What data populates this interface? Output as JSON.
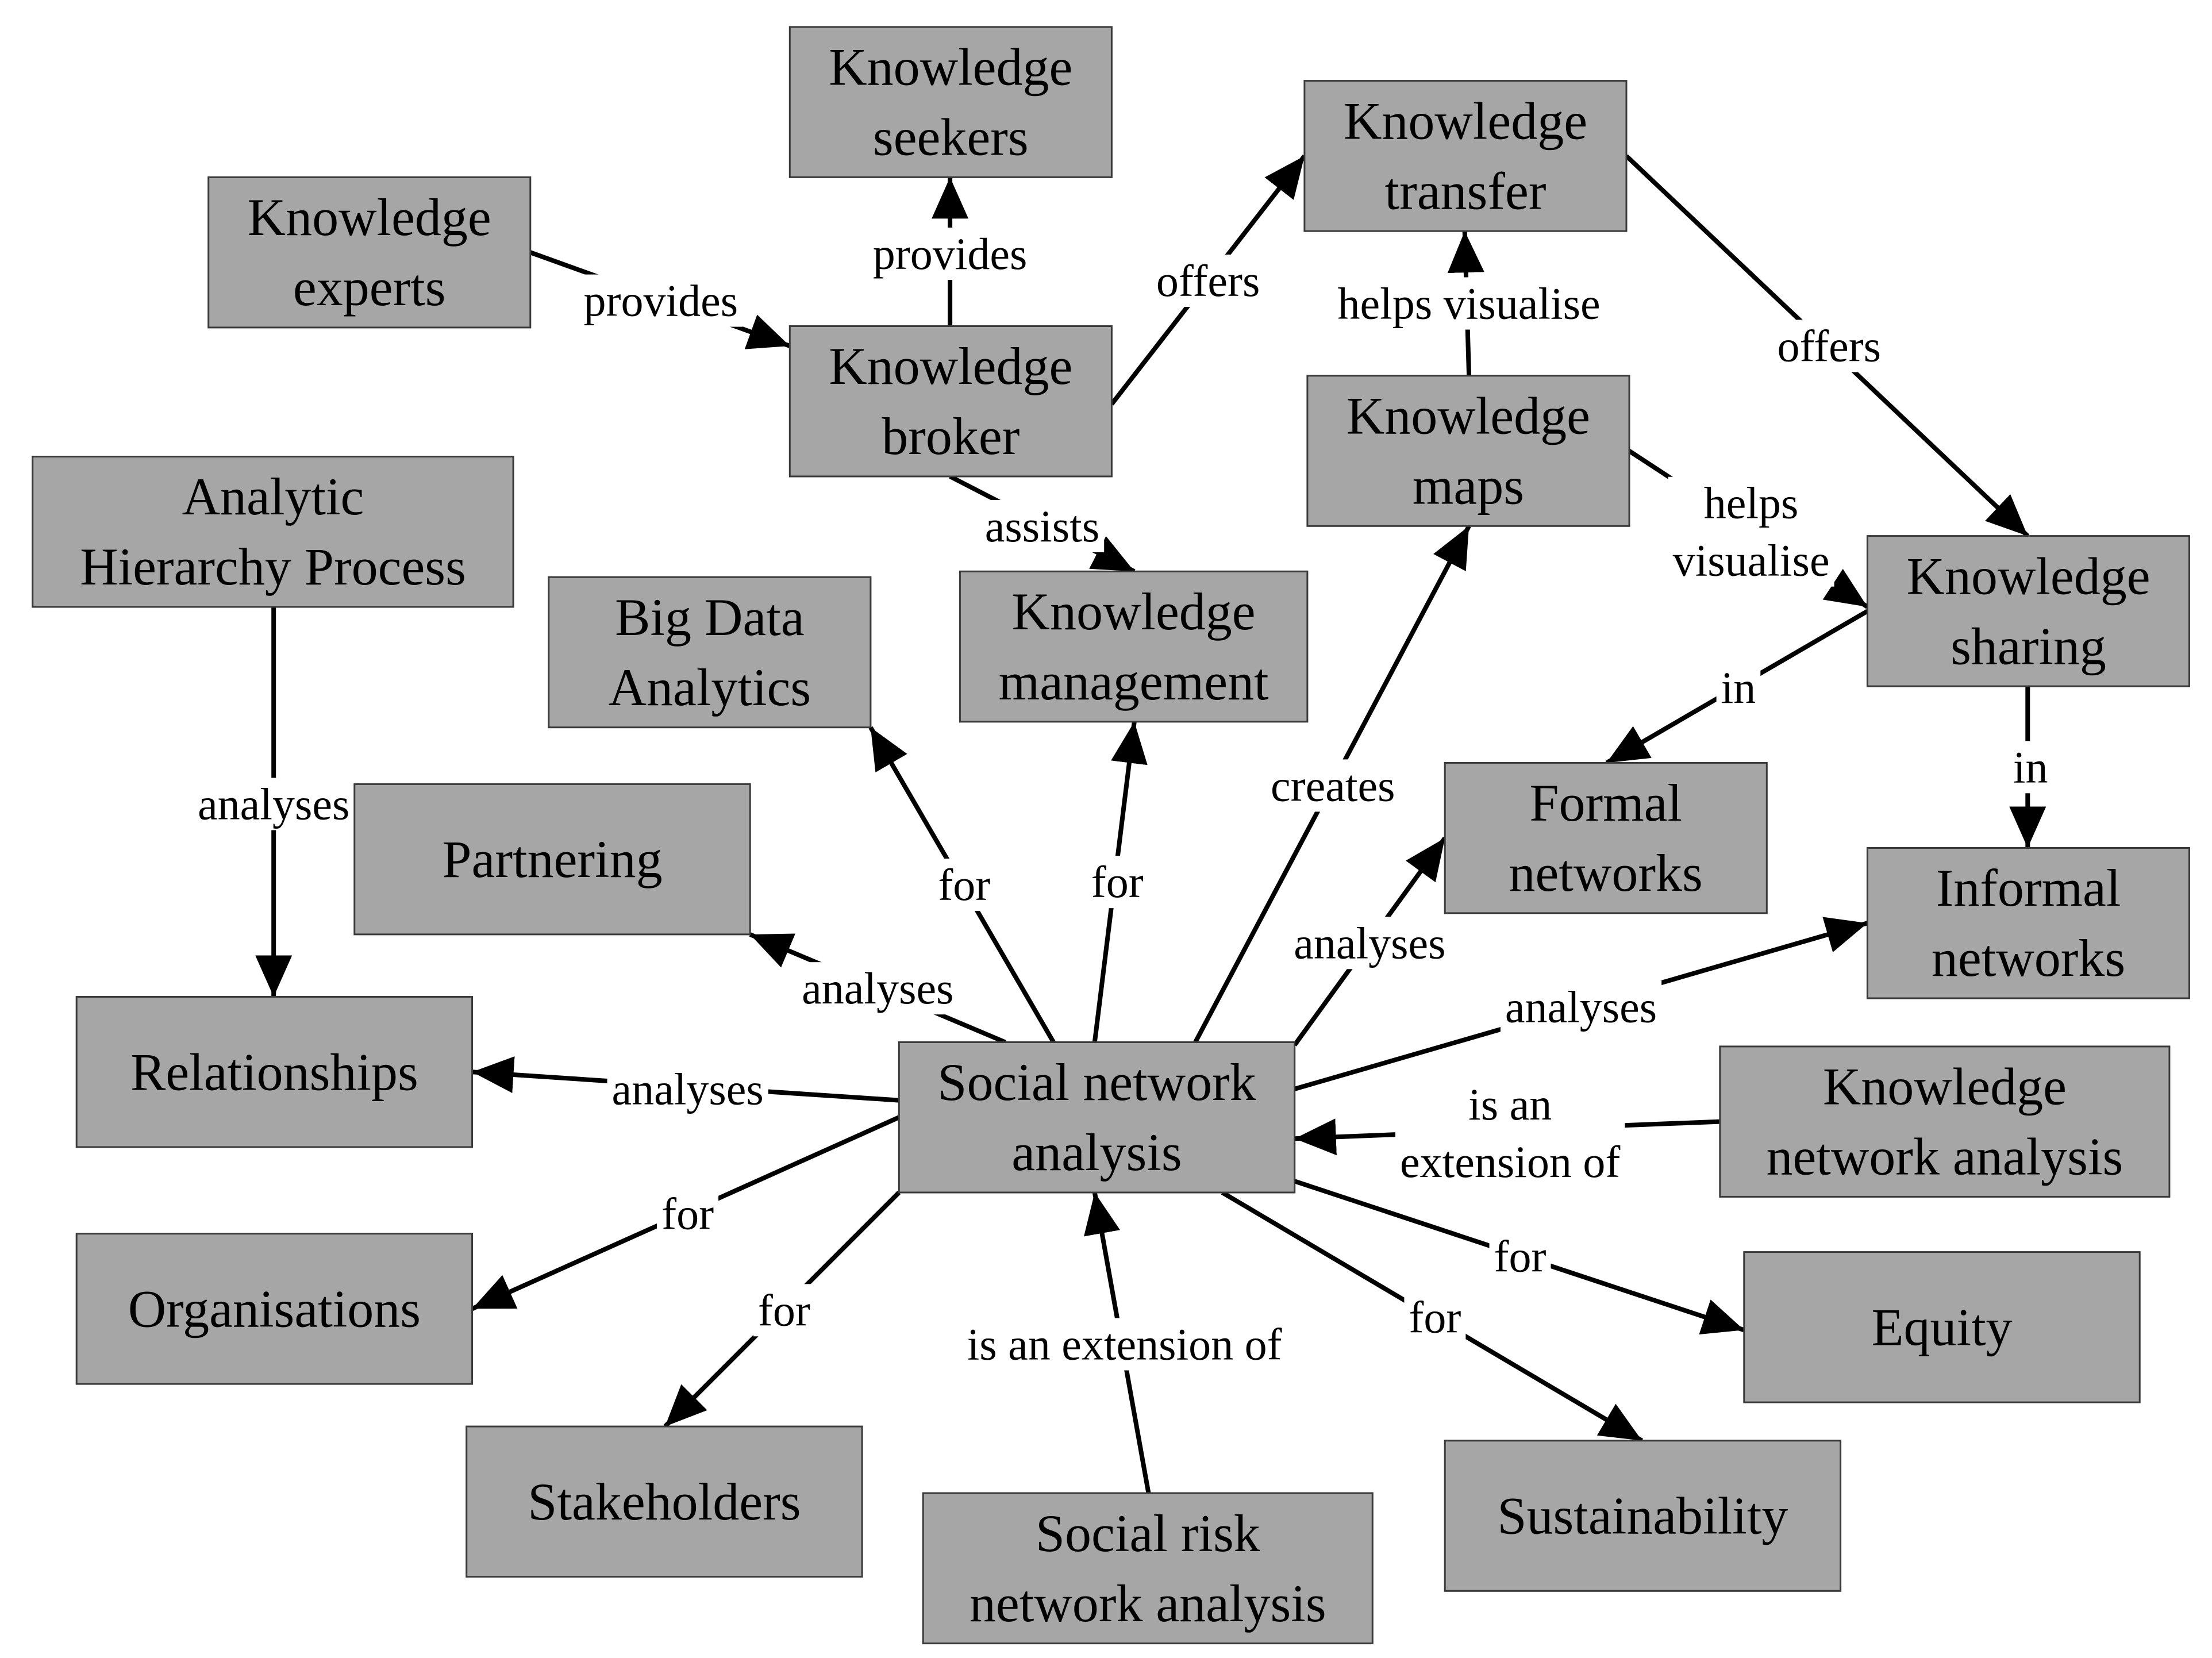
{
  "nodes": [
    {
      "id": "seekers",
      "lines": [
        "Knowledge",
        "seekers"
      ]
    },
    {
      "id": "transfer",
      "lines": [
        "Knowledge",
        "transfer"
      ]
    },
    {
      "id": "experts",
      "lines": [
        "Knowledge",
        "experts"
      ]
    },
    {
      "id": "broker",
      "lines": [
        "Knowledge",
        "broker"
      ]
    },
    {
      "id": "maps",
      "lines": [
        "Knowledge",
        "maps"
      ]
    },
    {
      "id": "sharing",
      "lines": [
        "Knowledge",
        "sharing"
      ]
    },
    {
      "id": "ahp",
      "lines": [
        "Analytic",
        "Hierarchy Process"
      ]
    },
    {
      "id": "bigdata",
      "lines": [
        "Big Data",
        "Analytics"
      ]
    },
    {
      "id": "km",
      "lines": [
        "Knowledge",
        "management"
      ]
    },
    {
      "id": "formal",
      "lines": [
        "Formal",
        "networks"
      ]
    },
    {
      "id": "informal",
      "lines": [
        "Informal",
        "networks"
      ]
    },
    {
      "id": "partnering",
      "lines": [
        "Partnering"
      ]
    },
    {
      "id": "relationships",
      "lines": [
        "Relationships"
      ]
    },
    {
      "id": "sna",
      "lines": [
        "Social network",
        "analysis"
      ]
    },
    {
      "id": "kna",
      "lines": [
        "Knowledge",
        "network analysis"
      ]
    },
    {
      "id": "organisations",
      "lines": [
        "Organisations"
      ]
    },
    {
      "id": "equity",
      "lines": [
        "Equity"
      ]
    },
    {
      "id": "stakeholders",
      "lines": [
        "Stakeholders"
      ]
    },
    {
      "id": "sustainability",
      "lines": [
        "Sustainability"
      ]
    },
    {
      "id": "srna",
      "lines": [
        "Social risk",
        "network analysis"
      ]
    }
  ],
  "edges": [
    {
      "from": "experts",
      "to": "broker",
      "label": [
        "provides"
      ]
    },
    {
      "from": "broker",
      "to": "seekers",
      "label": [
        "provides"
      ]
    },
    {
      "from": "broker",
      "to": "transfer",
      "label": [
        "offers"
      ]
    },
    {
      "from": "broker",
      "to": "km",
      "label": [
        "assists"
      ]
    },
    {
      "from": "maps",
      "to": "transfer",
      "label": [
        "helps visualise"
      ]
    },
    {
      "from": "maps",
      "to": "sharing",
      "label": [
        "helps",
        "visualise"
      ]
    },
    {
      "from": "transfer",
      "to": "sharing",
      "label": [
        "offers"
      ]
    },
    {
      "from": "sharing",
      "to": "formal",
      "label": [
        "in"
      ]
    },
    {
      "from": "sharing",
      "to": "informal",
      "label": [
        "in"
      ]
    },
    {
      "from": "ahp",
      "to": "relationships",
      "label": [
        "analyses"
      ]
    },
    {
      "from": "sna",
      "to": "bigdata",
      "label": [
        "for"
      ]
    },
    {
      "from": "sna",
      "to": "km",
      "label": [
        "for"
      ]
    },
    {
      "from": "sna",
      "to": "maps",
      "label": [
        "creates"
      ]
    },
    {
      "from": "sna",
      "to": "partnering",
      "label": [
        "analyses"
      ]
    },
    {
      "from": "sna",
      "to": "formal",
      "label": [
        "analyses"
      ]
    },
    {
      "from": "sna",
      "to": "informal",
      "label": [
        "analyses"
      ]
    },
    {
      "from": "sna",
      "to": "relationships",
      "label": [
        "analyses"
      ]
    },
    {
      "from": "kna",
      "to": "sna",
      "label": [
        "is an",
        "extension of"
      ]
    },
    {
      "from": "sna",
      "to": "organisations",
      "label": [
        "for"
      ]
    },
    {
      "from": "sna",
      "to": "stakeholders",
      "label": [
        "for"
      ]
    },
    {
      "from": "sna",
      "to": "equity",
      "label": [
        "for"
      ]
    },
    {
      "from": "sna",
      "to": "sustainability",
      "label": [
        "for"
      ]
    },
    {
      "from": "srna",
      "to": "sna",
      "label": [
        "is an extension of"
      ]
    }
  ]
}
